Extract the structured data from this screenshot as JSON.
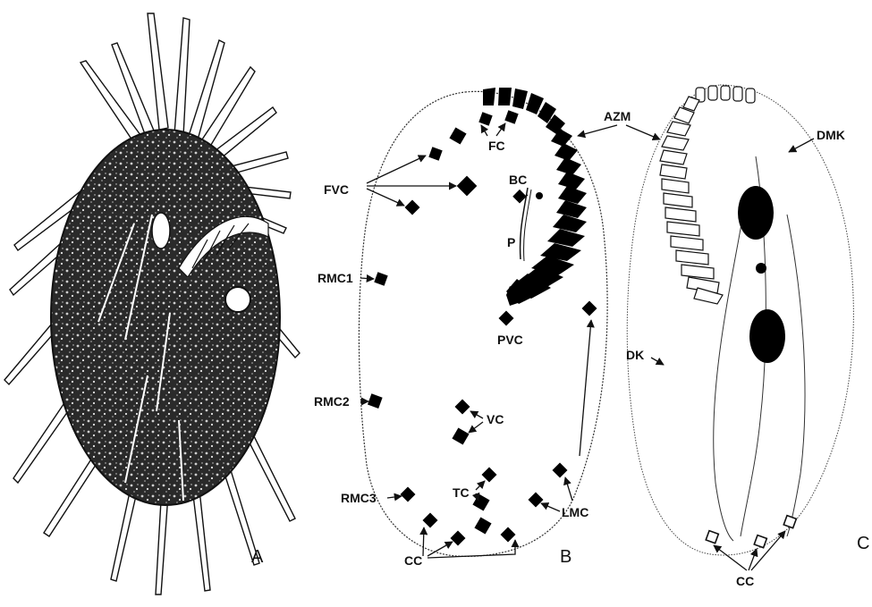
{
  "panels": {
    "a": {
      "letter": "A"
    },
    "b": {
      "letter": "B",
      "labels": {
        "fc": "FC",
        "fvc": "FVC",
        "bc": "BC",
        "p": "P",
        "pvc": "PVC",
        "rmc1": "RMC1",
        "rmc2": "RMC2",
        "rmc3": "RMC3",
        "vc": "VC",
        "tc": "TC",
        "lmc": "LMC",
        "cc": "CC"
      }
    },
    "c": {
      "letter": "C",
      "labels": {
        "dmk": "DMK",
        "dk": "DK",
        "cc": "CC"
      }
    }
  },
  "shared": {
    "azm": "AZM"
  }
}
